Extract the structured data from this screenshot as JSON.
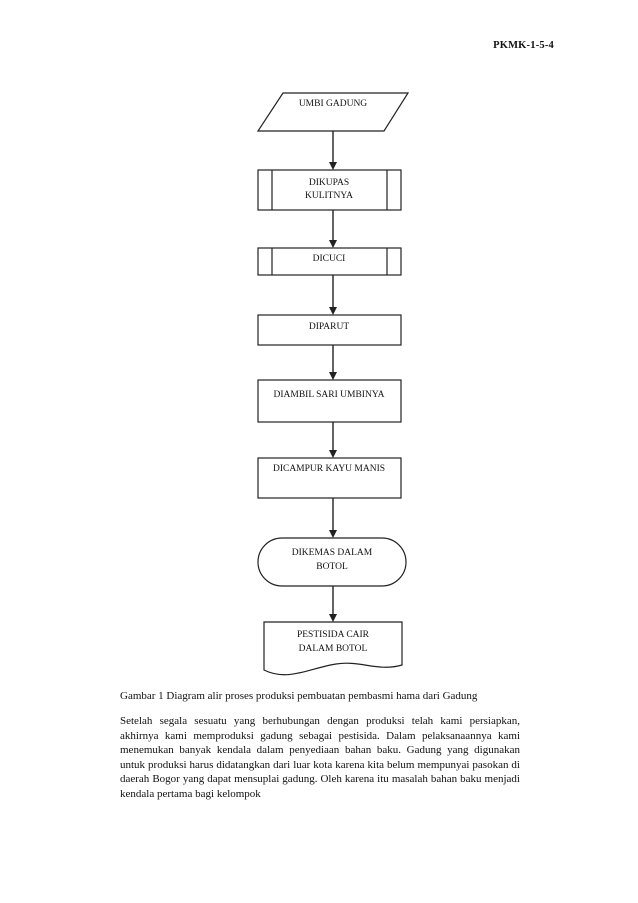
{
  "header": {
    "page_id": "PKMK-1-5-4"
  },
  "flowchart": {
    "nodes": [
      {
        "key": "umbi",
        "shape": "parallelogram",
        "lines": [
          "UMBI GADUNG"
        ]
      },
      {
        "key": "kupas",
        "shape": "predefined-process",
        "lines": [
          "DIKUPAS",
          "KULITNYA"
        ]
      },
      {
        "key": "cuci",
        "shape": "predefined-process",
        "lines": [
          "DICUCI"
        ]
      },
      {
        "key": "parut",
        "shape": "process",
        "lines": [
          "DIPARUT"
        ]
      },
      {
        "key": "sari",
        "shape": "process",
        "lines": [
          "DIAMBIL SARI UMBINYA"
        ]
      },
      {
        "key": "campur",
        "shape": "process",
        "lines": [
          "DICAMPUR KAYU MANIS"
        ]
      },
      {
        "key": "kemas",
        "shape": "terminator",
        "lines": [
          "DIKEMAS DALAM",
          "BOTOL"
        ]
      },
      {
        "key": "pestisida",
        "shape": "document",
        "lines": [
          "PESTISIDA CAIR",
          "DALAM BOTOL"
        ]
      }
    ]
  },
  "caption": "Gambar 1 Diagram alir proses produksi pembuatan pembasmi hama dari Gadung",
  "paragraph": "Setelah segala sesuatu yang berhubungan dengan produksi telah kami persiapkan, akhirnya kami memproduksi gadung sebagai pestisida. Dalam pelaksanaannya kami menemukan banyak kendala dalam penyediaan bahan baku. Gadung yang digunakan untuk produksi harus didatangkan dari luar kota karena kita belum mempunyai pasokan di daerah Bogor yang dapat mensuplai gadung. Oleh karena itu masalah bahan baku menjadi kendala pertama bagi kelompok"
}
